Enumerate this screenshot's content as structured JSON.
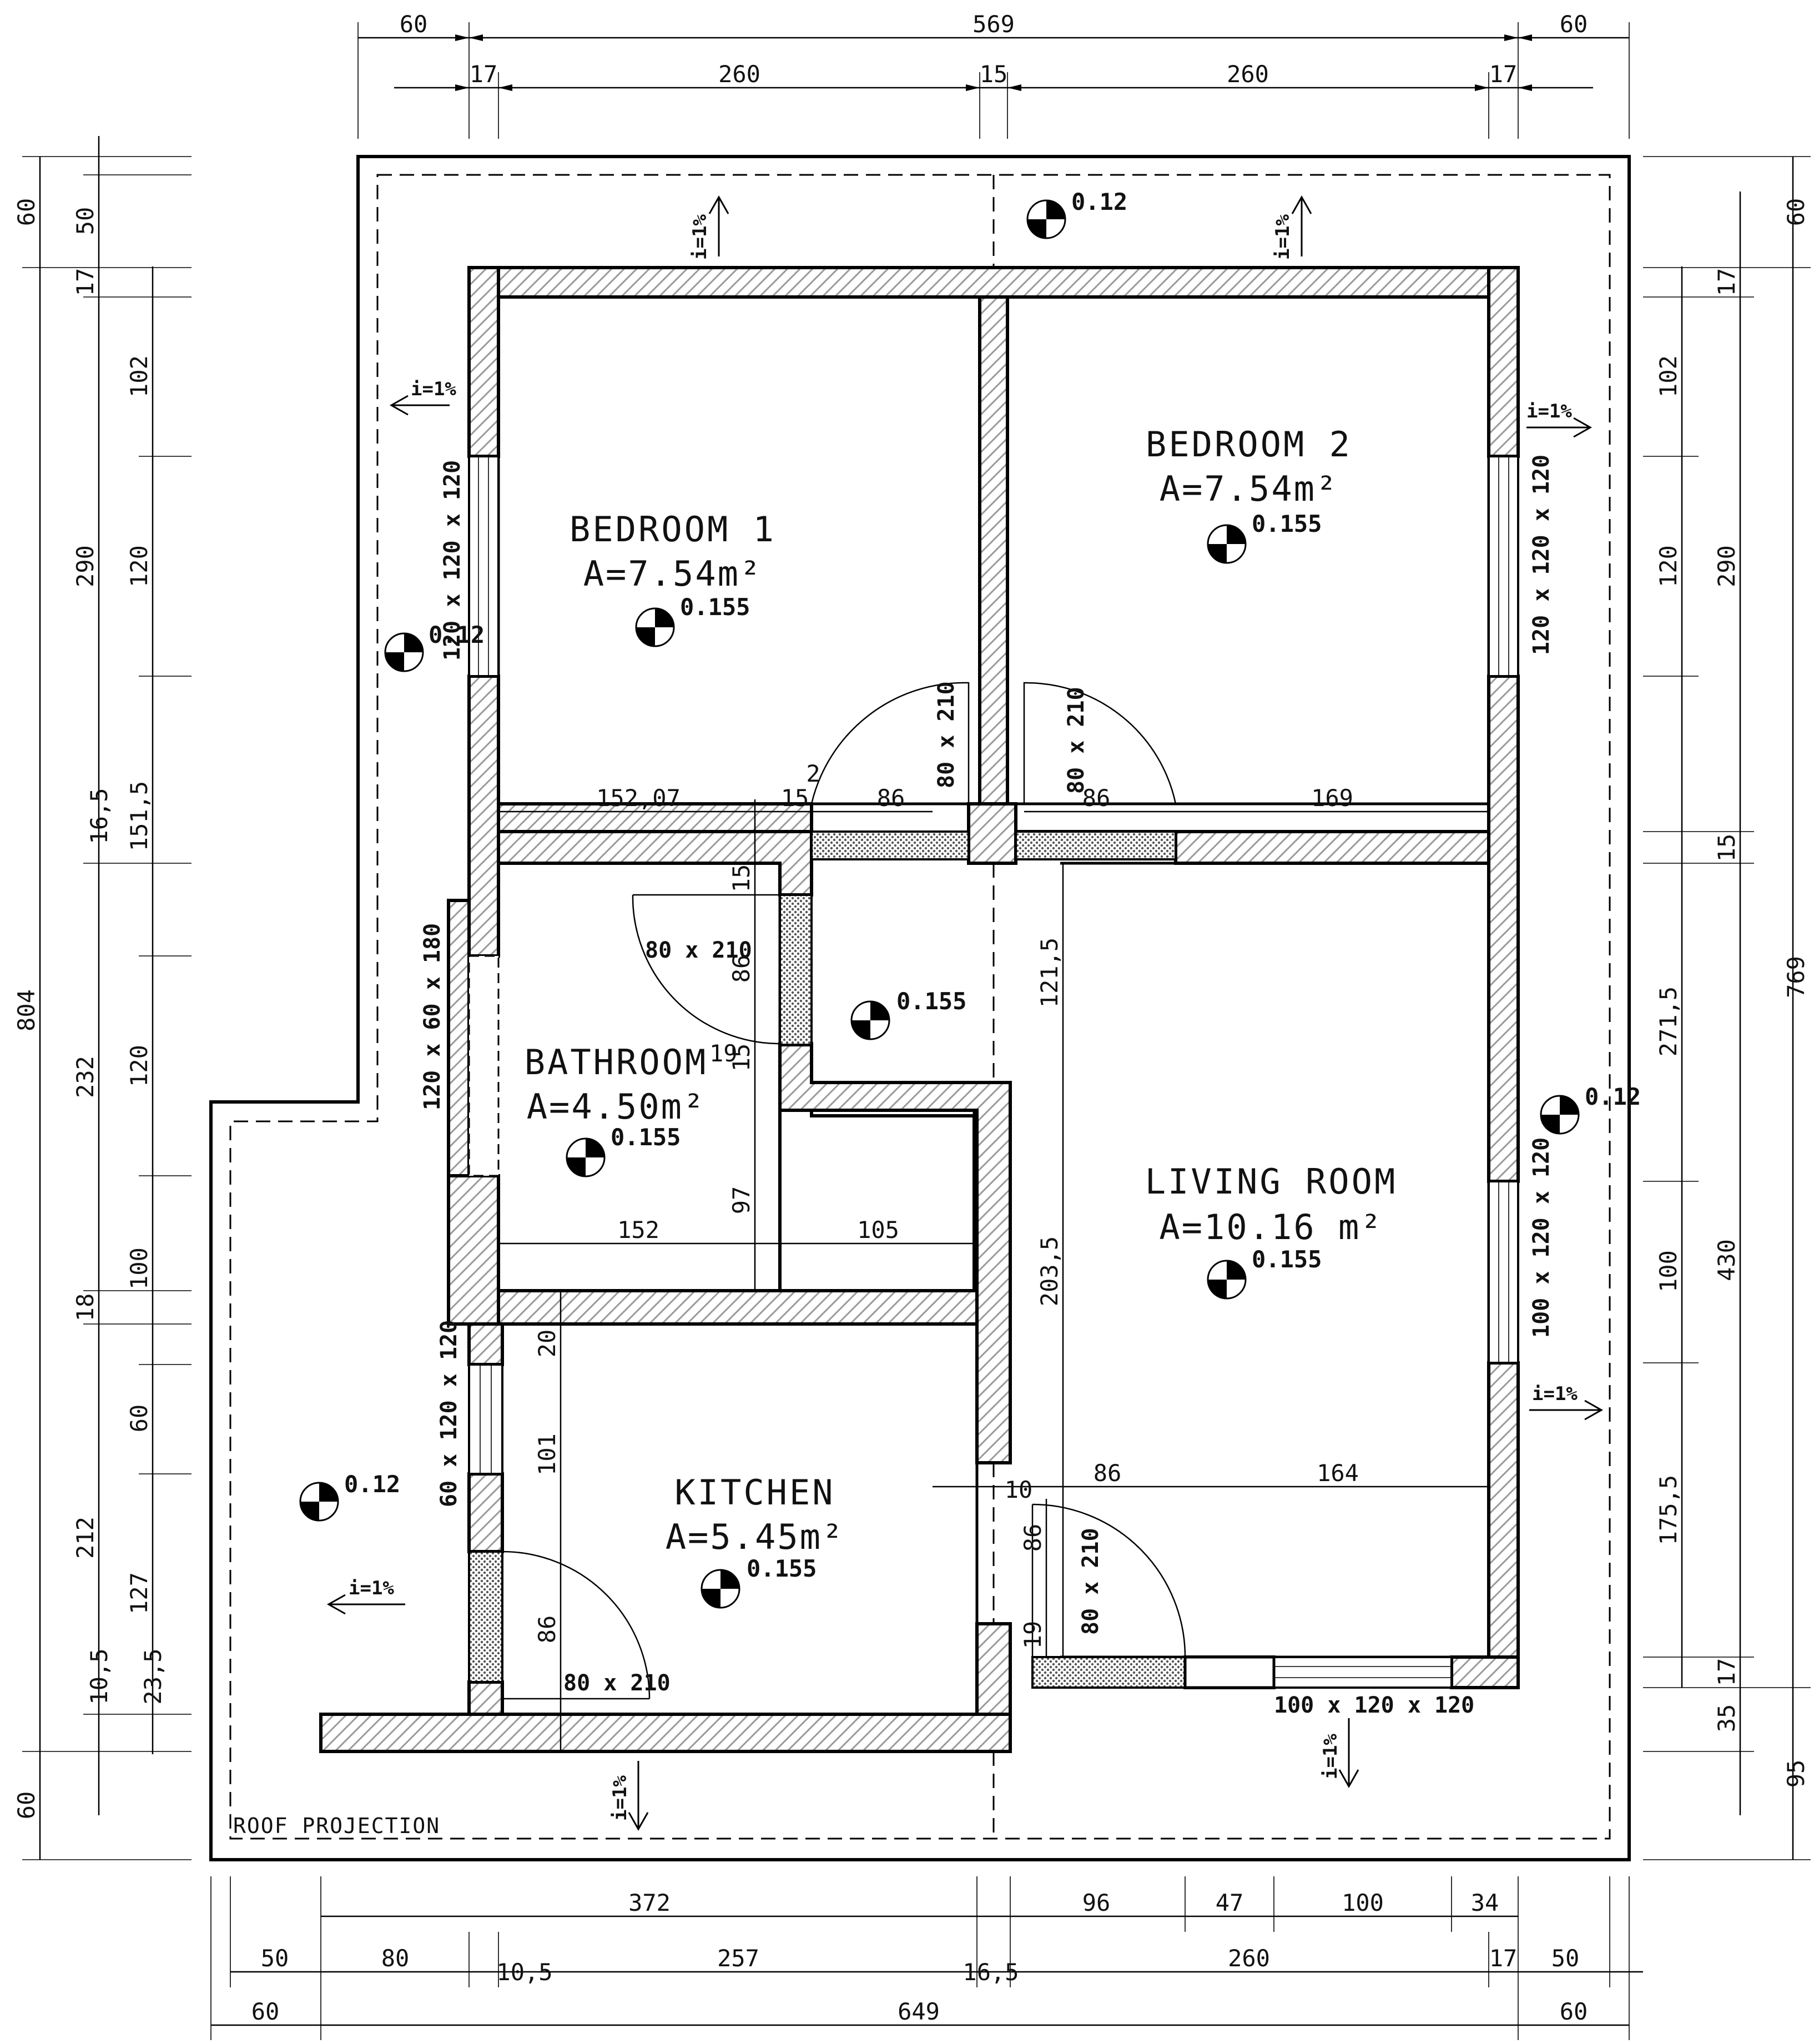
{
  "rooms": [
    {
      "id": "bedroom-1",
      "name": "BEDROOM 1",
      "area": "A=7.54m²",
      "level": "0.155"
    },
    {
      "id": "bedroom-2",
      "name": "BEDROOM 2",
      "area": "A=7.54m²",
      "level": "0.155"
    },
    {
      "id": "bathroom",
      "name": "BATHROOM",
      "area": "A=4.50m²",
      "level": "0.155"
    },
    {
      "id": "living-room",
      "name": "LIVING ROOM",
      "area": "A=10.16 m²",
      "level": "0.155"
    },
    {
      "id": "kitchen",
      "name": "KITCHEN",
      "area": "A=5.45m²",
      "level": "0.155"
    }
  ],
  "hall_level": "0.155",
  "outside_levels": [
    "0.12",
    "0.12",
    "0.12",
    "0.12"
  ],
  "roof_label": "ROOF PROJECTION",
  "slopes": [
    "i=1%",
    "i=1%",
    "i=1%",
    "i=1%",
    "i=1%",
    "i=1%",
    "i=1%",
    "i=1%"
  ],
  "windows": [
    "120 x 120 x 120",
    "120 x 120 x 120",
    "120 x 60 x 180",
    "100 x 120 x 120",
    "60 x 120 x 120",
    "100 x 120 x 120"
  ],
  "doors": [
    "80 x 210",
    "80 x 210",
    "80 x 210",
    "80 x 210",
    "80 x 210"
  ],
  "dims_top": {
    "row1": [
      "60",
      "569",
      "60"
    ],
    "row2": [
      "17",
      "260",
      "15",
      "260",
      "17"
    ]
  },
  "dims_bottom": {
    "row1": [
      "372",
      "96",
      "47",
      "100",
      "34"
    ],
    "row2": [
      "50",
      "80",
      "10,5",
      "257",
      "16,5",
      "260",
      "17",
      "50"
    ],
    "row3": [
      "60",
      "649",
      "60"
    ]
  },
  "dims_left": {
    "outer": [
      "60",
      "804",
      "60"
    ],
    "mid": [
      "50",
      "17",
      "290",
      "16,5",
      "232",
      "18",
      "212",
      "10,5"
    ],
    "inner": [
      "102",
      "120",
      "151,5",
      "120",
      "100",
      "60",
      "127",
      "23,5"
    ]
  },
  "dims_right": {
    "outer": [
      "60",
      "769",
      "95"
    ],
    "mid": [
      "17",
      "290",
      "15",
      "430",
      "17",
      "35"
    ],
    "inner": [
      "102",
      "120",
      "271,5",
      "100",
      "175,5"
    ]
  },
  "dims_inner": [
    "152,07",
    "15",
    "2",
    "86",
    "86",
    "169",
    "15",
    "86",
    "15",
    "19",
    "97",
    "152",
    "105",
    "121,5",
    "203,5",
    "20",
    "101",
    "86",
    "10",
    "86",
    "164",
    "86",
    "19"
  ]
}
